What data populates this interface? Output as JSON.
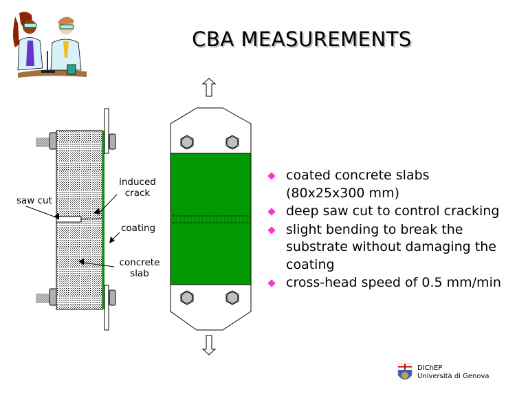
{
  "slide": {
    "title": "CBA MEASUREMENTS",
    "clipart": "scientists-clipart",
    "diagram_labels": {
      "saw_cut": "saw cut",
      "induced_crack_line1": "induced",
      "induced_crack_line2": "crack",
      "coating": "coating",
      "concrete_slab_line1": "concrete",
      "concrete_slab_line2": "slab"
    },
    "bullets": [
      {
        "lines": [
          "coated concrete slabs",
          "(80x25x300 mm)"
        ]
      },
      {
        "lines": [
          "deep saw cut to control cracking"
        ]
      },
      {
        "lines": [
          "slight bending to break the",
          "substrate without damaging the",
          "coating"
        ]
      },
      {
        "lines": [
          "cross-head speed of 0.5 mm/min"
        ]
      }
    ],
    "footer": {
      "line1": "DIChEP",
      "line2": "Università di Genova",
      "logo": "university-crest"
    },
    "colors": {
      "coating_green": "#009900",
      "bullet_magenta": "#ff33cc",
      "bolt_gray": "#c0c0c0"
    }
  }
}
